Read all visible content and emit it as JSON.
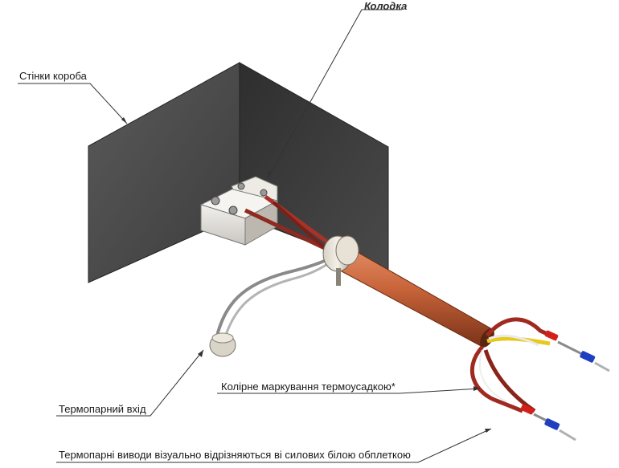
{
  "labels": {
    "box_walls": "Стінки короба",
    "terminal_block": "Колодка",
    "color_marking": "Колірне маркування термоусадкою*",
    "thermocouple_input": "Термопарний вхід",
    "thermocouple_leads": "Термопарні виводи візуально відрізняються ві силових білою обплеткою"
  },
  "colors": {
    "wall_left": "#4a4a4a",
    "wall_right": "#3a3a3a",
    "copper_sheath": "#c8643a",
    "lead_red": "#b02a20",
    "lead_yellow": "#e8c81a",
    "pin_blue": "#1f3fbf"
  }
}
